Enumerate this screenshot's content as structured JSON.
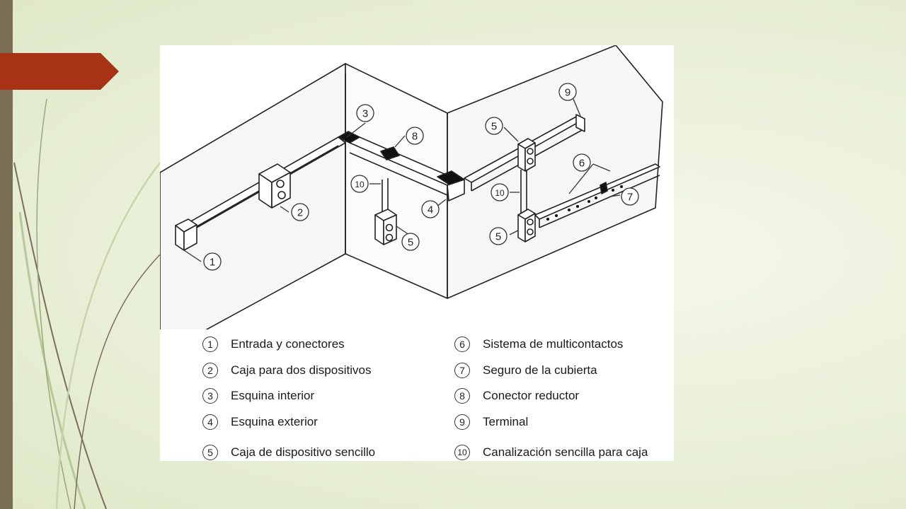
{
  "colors": {
    "accent_tab": "#a83216",
    "side_bar": "#7a6e55",
    "background": "#e9f0d8"
  },
  "diagram": {
    "callouts": [
      "1",
      "2",
      "3",
      "4",
      "5",
      "6",
      "7",
      "8",
      "9",
      "10"
    ]
  },
  "legend": {
    "left": [
      {
        "num": "1",
        "label": "Entrada y conectores"
      },
      {
        "num": "2",
        "label": "Caja para dos dispositivos"
      },
      {
        "num": "3",
        "label": "Esquina interior"
      },
      {
        "num": "4",
        "label": "Esquina exterior"
      },
      {
        "num": "5",
        "label": "Caja de dispositivo sencillo"
      }
    ],
    "right": [
      {
        "num": "6",
        "label": "Sistema de multicontactos"
      },
      {
        "num": "7",
        "label": "Seguro de la cubierta"
      },
      {
        "num": "8",
        "label": "Conector reductor"
      },
      {
        "num": "9",
        "label": "Terminal"
      },
      {
        "num": "10",
        "label": "Canalización sencilla para caja"
      }
    ]
  }
}
